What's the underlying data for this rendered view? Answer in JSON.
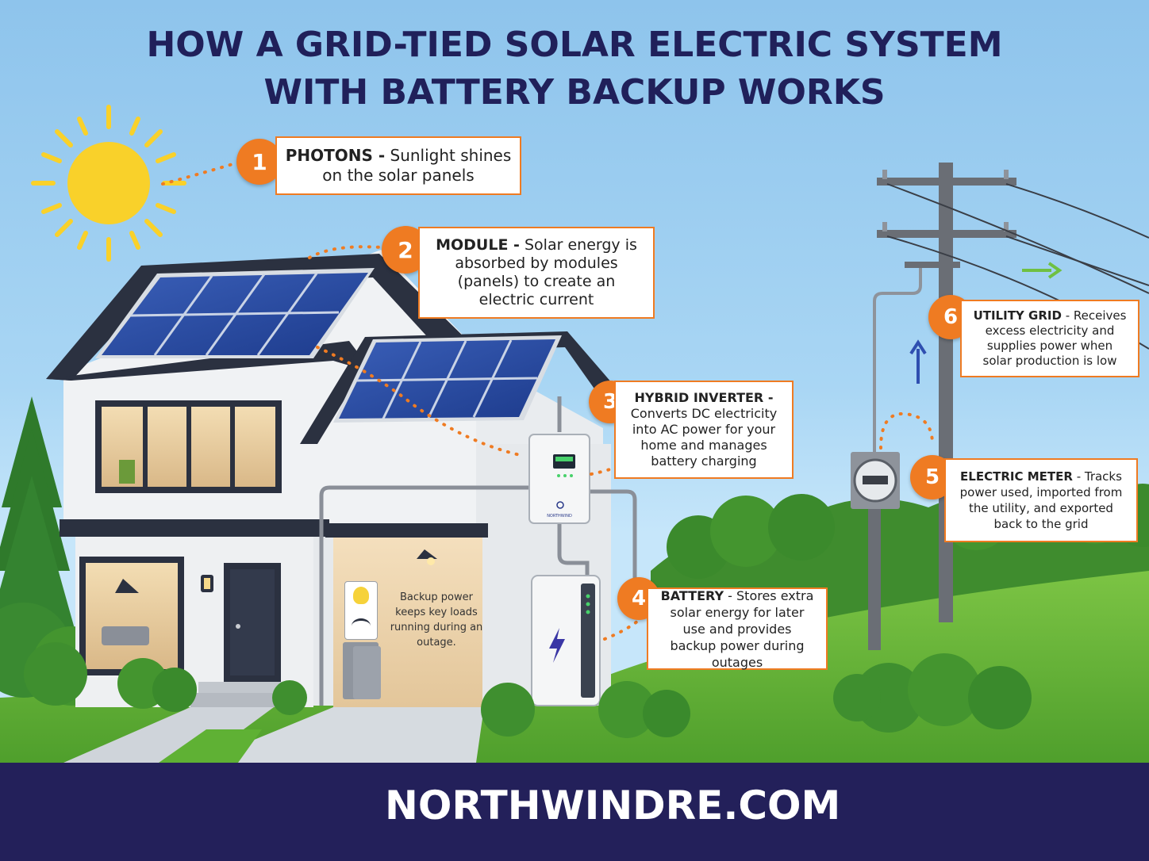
{
  "title": {
    "line1": "HOW A GRID-TIED SOLAR ELECTRIC SYSTEM",
    "line2": "WITH BATTERY BACKUP WORKS"
  },
  "steps": [
    {
      "number": "1",
      "heading": "PHOTONS -",
      "text": "Sunlight shines on the solar panels"
    },
    {
      "number": "2",
      "heading": "MODULE -",
      "text": "Solar energy is absorbed by modules (panels) to create an electric current"
    },
    {
      "number": "3",
      "heading": "HYBRID INVERTER -",
      "text": "Converts DC electricity into AC power for your home and manages battery charging"
    },
    {
      "number": "4",
      "heading": "BATTERY",
      "text": "- Stores extra solar energy for later use and provides backup power during outages"
    },
    {
      "number": "5",
      "heading": "ELECTRIC METER",
      "text": "- Tracks power used, imported from the utility, and exported back to the grid"
    },
    {
      "number": "6",
      "heading": "UTILITY GRID",
      "text": "- Receives excess electricity and supplies power when solar production is low"
    }
  ],
  "garage_note": "Backup power keeps key loads running during an outage.",
  "inverter_brand": "NORTHWIND",
  "footer": {
    "site": "NORTHWINDRE.COM"
  },
  "colors": {
    "accent": "#ef7b22",
    "navy": "#23205a",
    "sky": "#a9d6f4",
    "grass": "#5fb134"
  }
}
